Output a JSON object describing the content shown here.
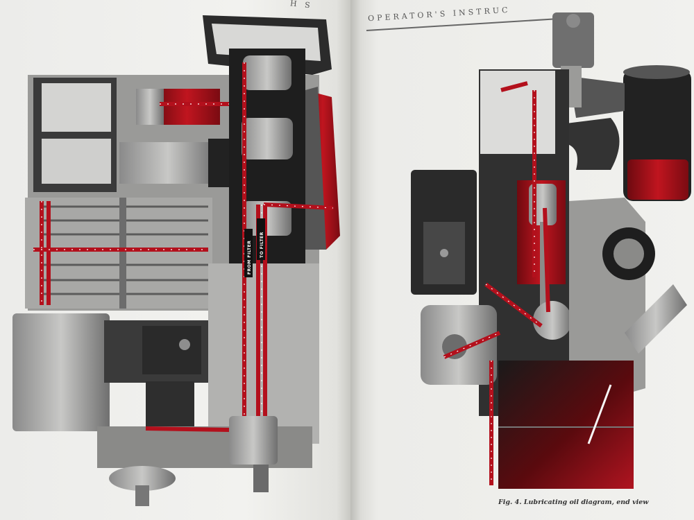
{
  "book": {
    "left_page": {
      "header_fragment": "H S"
    },
    "right_page": {
      "header": "OPERATOR'S INSTRUC"
    },
    "caption": "Fig. 4. Lubricating oil diagram, end view"
  },
  "diagram": {
    "labels": {
      "callout_from_filter": "FROM FILTER",
      "callout_to_filter": "TO FILTER"
    },
    "colors": {
      "oil": "#b3101c",
      "metal_dark": "#2a2a2a",
      "metal_mid": "#7d7d7d",
      "metal_light": "#b9b9b7",
      "paper": "#efefec"
    }
  }
}
